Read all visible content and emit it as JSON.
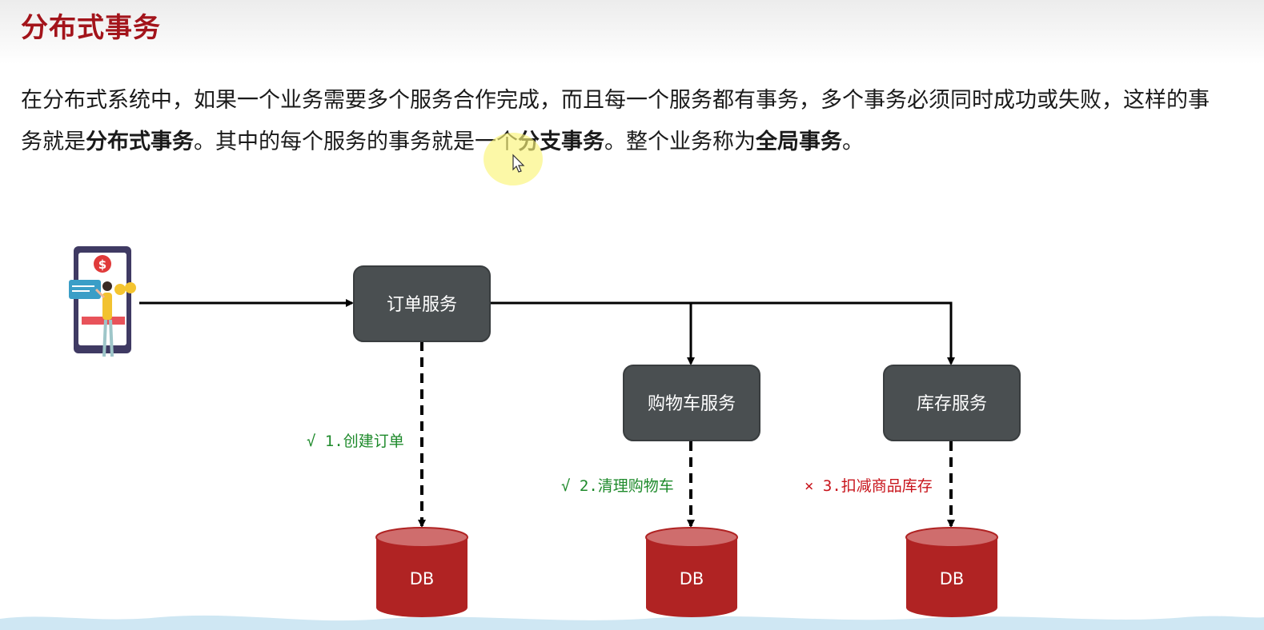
{
  "header": {
    "title": "分布式事务"
  },
  "intro": {
    "part1": "在分布式系统中，如果一个业务需要多个服务合作完成，而且每一个服务都有事务，多个事务必须同时成功或失败，这样的事务就是",
    "term1": "分布式事务",
    "part2": "。其中的每个服务的事务就是一个",
    "term2": "分支事务",
    "part3": "。整个业务称为",
    "term3": "全局事务",
    "part4": "。"
  },
  "diagram": {
    "services": {
      "order": "订单服务",
      "cart": "购物车服务",
      "stock": "库存服务"
    },
    "steps": {
      "step1": "√ 1.创建订单",
      "step2": "√ 2.清理购物车",
      "step3": "× 3.扣减商品库存"
    },
    "db_label": "DB",
    "colors": {
      "box": "#4a4f51",
      "db": "#b02323",
      "db_top": "#cf6d6d",
      "ok": "#1e8a2b",
      "fail": "#c8141b"
    }
  }
}
